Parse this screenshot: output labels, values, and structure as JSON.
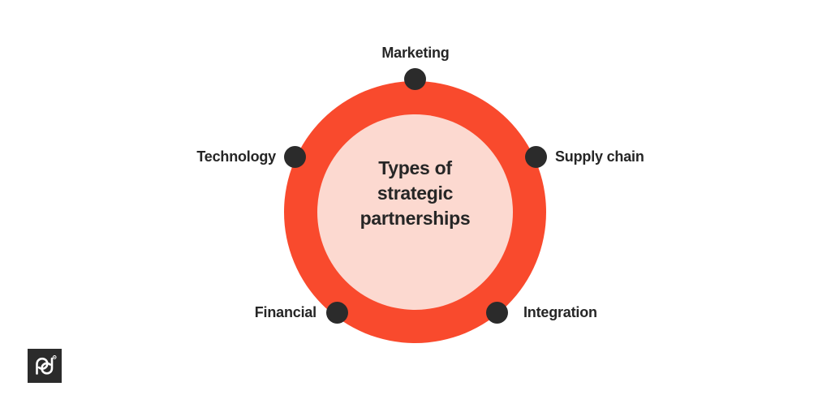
{
  "diagram": {
    "type": "circular-hub-and-spoke",
    "center": {
      "line1": "Types of",
      "line2": "strategic",
      "line3": "partnerships"
    },
    "nodes": [
      {
        "id": "marketing",
        "label": "Marketing",
        "position": "top"
      },
      {
        "id": "technology",
        "label": "Technology",
        "position": "upper-left"
      },
      {
        "id": "supply-chain",
        "label": "Supply chain",
        "position": "upper-right"
      },
      {
        "id": "financial",
        "label": "Financial",
        "position": "lower-left"
      },
      {
        "id": "integration",
        "label": "Integration",
        "position": "lower-right"
      }
    ],
    "colors": {
      "ring": "#F94A2D",
      "inner_circle": "#FCD9D0",
      "node_dot": "#2B2B2B",
      "text": "#262626",
      "background": "#FFFFFF",
      "logo_background": "#2B2B2B",
      "logo_mark": "#FFFFFF"
    }
  },
  "logo": {
    "name": "pd",
    "trademark": "®"
  }
}
